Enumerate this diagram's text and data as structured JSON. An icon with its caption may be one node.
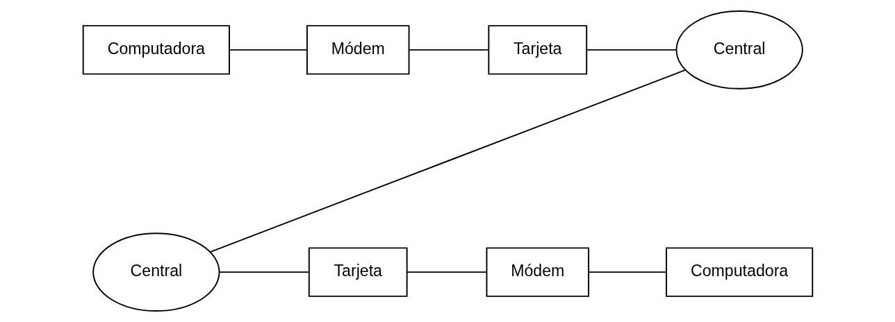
{
  "diagram": {
    "nodes": [
      {
        "text": [
          "Computadora"
        ]
      },
      {
        "text": [
          "Módem"
        ]
      },
      {
        "text": [
          "Tarjeta"
        ]
      },
      {
        "text": [
          "Central"
        ]
      },
      {
        "text": [
          "Central"
        ]
      },
      {
        "text": [
          "Tarjeta"
        ]
      },
      {
        "text": [
          "Módem"
        ]
      },
      {
        "text": [
          "Computadora"
        ]
      }
    ],
    "edges": [
      {
        "from": 0,
        "to": 1,
        "arrow": "none"
      },
      {
        "from": 1,
        "to": 2,
        "arrow": "none"
      },
      {
        "from": 2,
        "to": 3,
        "arrow": "none"
      },
      {
        "from": 3,
        "to": 4,
        "arrow": "none"
      },
      {
        "from": 4,
        "to": 5,
        "arrow": "none"
      },
      {
        "from": 5,
        "to": 6,
        "arrow": "none"
      },
      {
        "from": 6,
        "to": 7,
        "arrow": "none"
      }
    ]
  }
}
